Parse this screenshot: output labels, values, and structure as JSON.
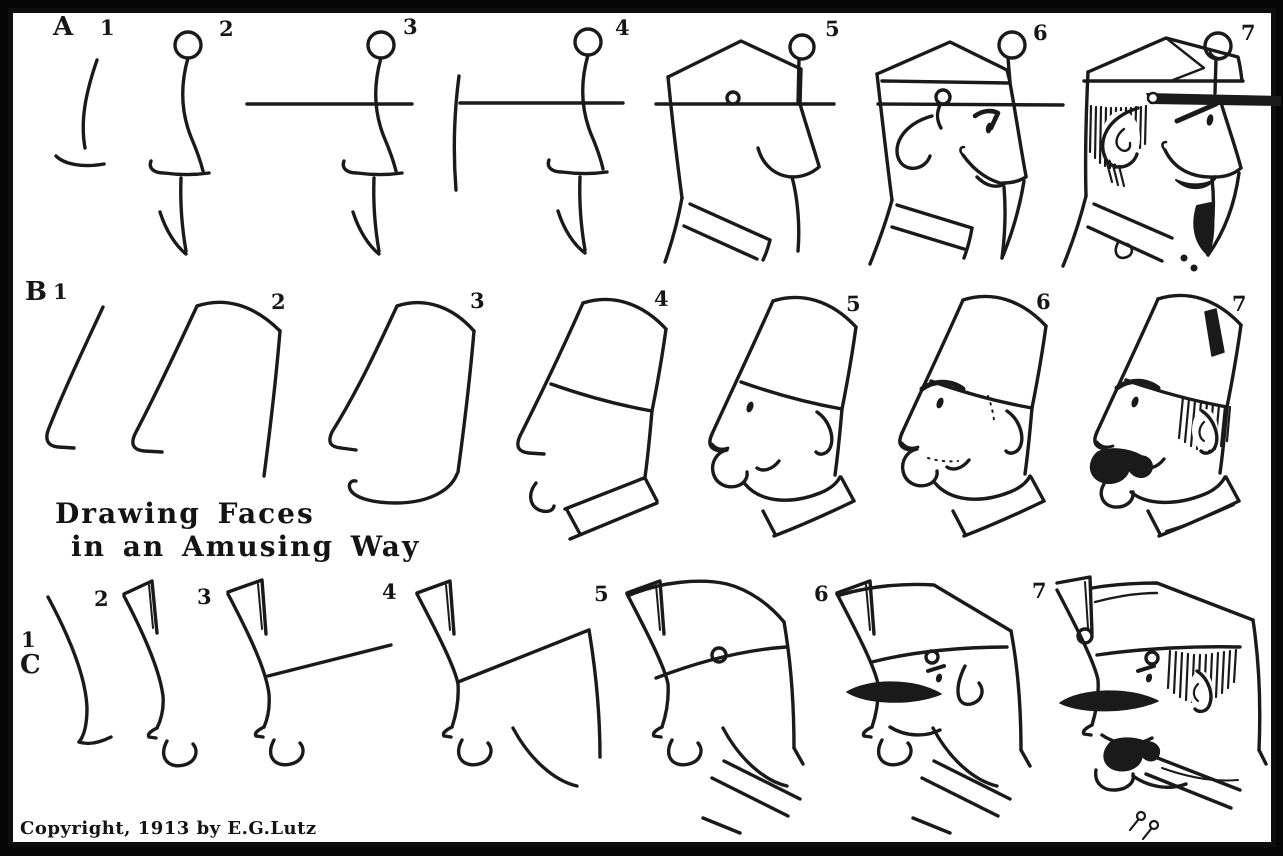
{
  "plate": {
    "title_line1": "Drawing Faces",
    "title_line2": "in an Amusing Way",
    "copyright": "Copyright, 1913 by E.G.Lutz",
    "ink_color": "#1a1a1a",
    "paper_color": "#ffffff",
    "rows": [
      {
        "label": "A",
        "subject": "man-in-buttoned-peak-cap-profile-facing-right",
        "steps": [
          "1",
          "2",
          "3",
          "4",
          "5",
          "6",
          "7"
        ]
      },
      {
        "label": "B",
        "subject": "man-in-fez-profile-facing-left",
        "steps": [
          "1",
          "2",
          "3",
          "4",
          "5",
          "6",
          "7"
        ]
      },
      {
        "label": "C",
        "subject": "man-in-plumed-cap-profile-facing-left",
        "steps": [
          "1",
          "2",
          "3",
          "4",
          "5",
          "6",
          "7"
        ]
      }
    ]
  }
}
